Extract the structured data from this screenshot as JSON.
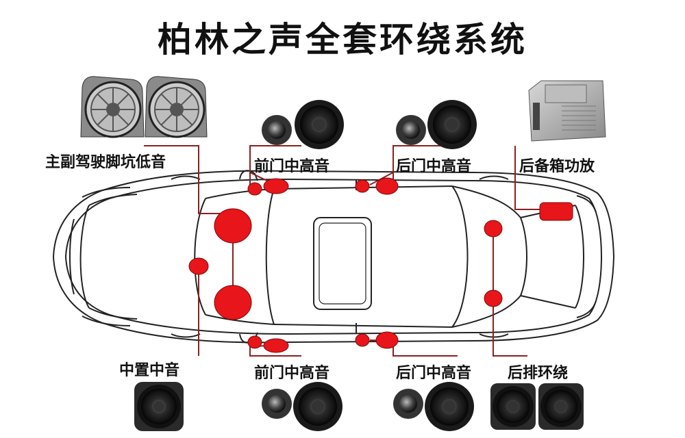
{
  "title": "柏林之声全套环绕系统",
  "labels": {
    "sub_bass": "主副驾驶脚坑低音",
    "front_door_top": "前门中高音",
    "rear_door_top": "后门中高音",
    "rear_amp": "后备箱功放",
    "center": "中置中音",
    "front_door_bottom": "前门中高音",
    "rear_door_bottom": "后门中高音",
    "rear_surround": "后排环绕"
  },
  "colors": {
    "accent_red": "#e8151b",
    "leader_line": "#8a1f1f",
    "car_outline": "#222222",
    "text": "#111111"
  }
}
